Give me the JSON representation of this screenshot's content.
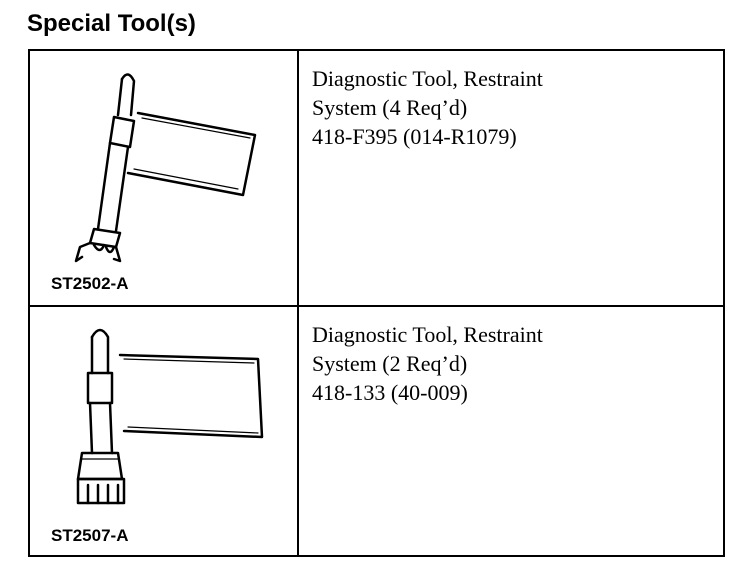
{
  "heading": "Special Tool(s)",
  "tools": [
    {
      "code": "ST2502-A",
      "icon": "restraint-diagnostic-tool-drawing",
      "description": [
        "Diagnostic Tool, Restraint",
        "System (4 Req’d)",
        "418-F395 (014-R1079)"
      ]
    },
    {
      "code": "ST2507-A",
      "icon": "restraint-diagnostic-tool-drawing",
      "description": [
        "Diagnostic Tool, Restraint",
        "System (2 Req’d)",
        "418-133 (40-009)"
      ]
    }
  ]
}
